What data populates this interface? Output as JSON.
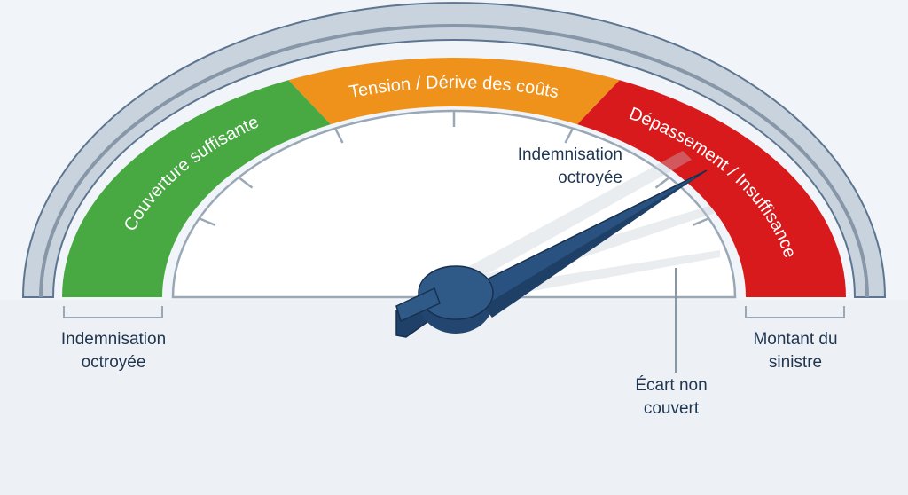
{
  "zones": [
    {
      "label": "Couverture suffisante",
      "color": "#48a842"
    },
    {
      "label": "Tension / Dérive des coûts",
      "color": "#ee921c"
    },
    {
      "label": "Dépassement / Insuffisance",
      "color": "#d91a1c"
    }
  ],
  "needle": {
    "label": "Indemnisation octroyée",
    "color": "#2f5a87"
  },
  "scale_left_label": "Indemnisation octroyée",
  "scale_right_label": "Montant du sinistre",
  "gap_label": "Écart non couvert",
  "colors": {
    "rim": "#c9d3dd",
    "rim_edge": "#5d7590",
    "tick": "#9aa8b6",
    "text_dark": "#1f3550"
  }
}
